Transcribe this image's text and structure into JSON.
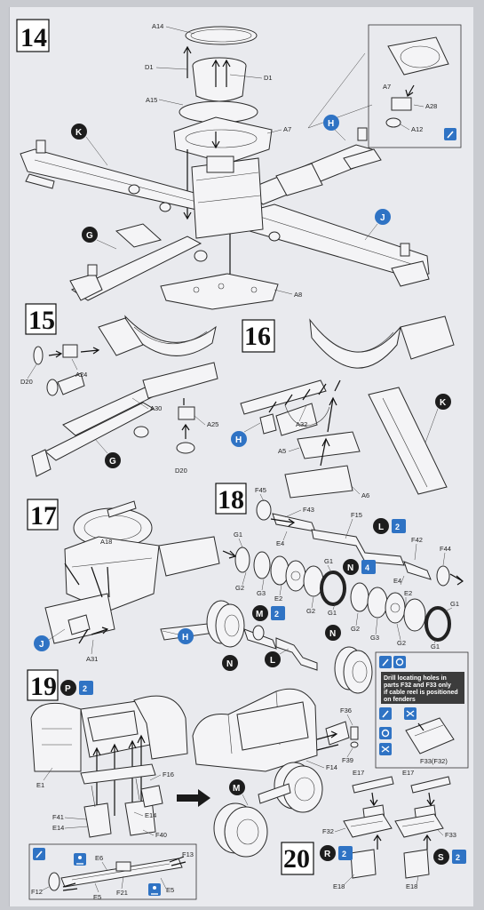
{
  "steps": [
    {
      "num": "14",
      "labels": [
        "A14",
        "D1",
        "D1",
        "A15",
        "A7",
        "A7",
        "A28",
        "A12",
        "A8"
      ],
      "callouts": [
        "K",
        "H",
        "G",
        "J"
      ]
    },
    {
      "num": "15",
      "labels": [
        "D20",
        "A24",
        "A30",
        "A25",
        "D20"
      ],
      "callouts": [
        "G"
      ]
    },
    {
      "num": "16",
      "labels": [
        "A32",
        "A5",
        "A6"
      ],
      "callouts": [
        "H",
        "K"
      ]
    },
    {
      "num": "17",
      "labels": [
        "A18",
        "A31"
      ],
      "callouts": [
        "J",
        "H"
      ]
    },
    {
      "num": "18",
      "labels": [
        "F45",
        "F43",
        "F15",
        "E4",
        "F42",
        "F44",
        "G1",
        "G1",
        "G2",
        "G3",
        "E2",
        "G2",
        "G1",
        "E4",
        "G1",
        "E2",
        "G2",
        "G1",
        "G3",
        "G2"
      ],
      "callouts": [
        "L",
        "N",
        "M",
        "N",
        "L",
        "N"
      ],
      "counts": {
        "l": "2",
        "n": "4",
        "m": "2"
      }
    },
    {
      "num": "19",
      "labels": [
        "E1",
        "F16",
        "F14",
        "F41",
        "F40",
        "E14",
        "E14",
        "F36",
        "F39",
        "F33(F32)",
        "E6",
        "F13",
        "F12",
        "F21",
        "E5",
        "E5"
      ],
      "callouts": [
        "P",
        "M"
      ],
      "counts": {
        "p": "2"
      }
    },
    {
      "num": "20",
      "labels": [
        "E17",
        "E17",
        "F32",
        "F33",
        "E18",
        "E18"
      ],
      "callouts": [
        "R",
        "S"
      ],
      "counts": {
        "r": "2",
        "s": "2"
      }
    }
  ],
  "note": {
    "lines": [
      "Drill locating holes in",
      "parts F32 and F33 only",
      "if cable reel is positioned",
      "on fenders"
    ]
  },
  "colors": {
    "blue": "#2f73c4",
    "dark": "#2a2a2a",
    "paper": "#e9eaee"
  }
}
